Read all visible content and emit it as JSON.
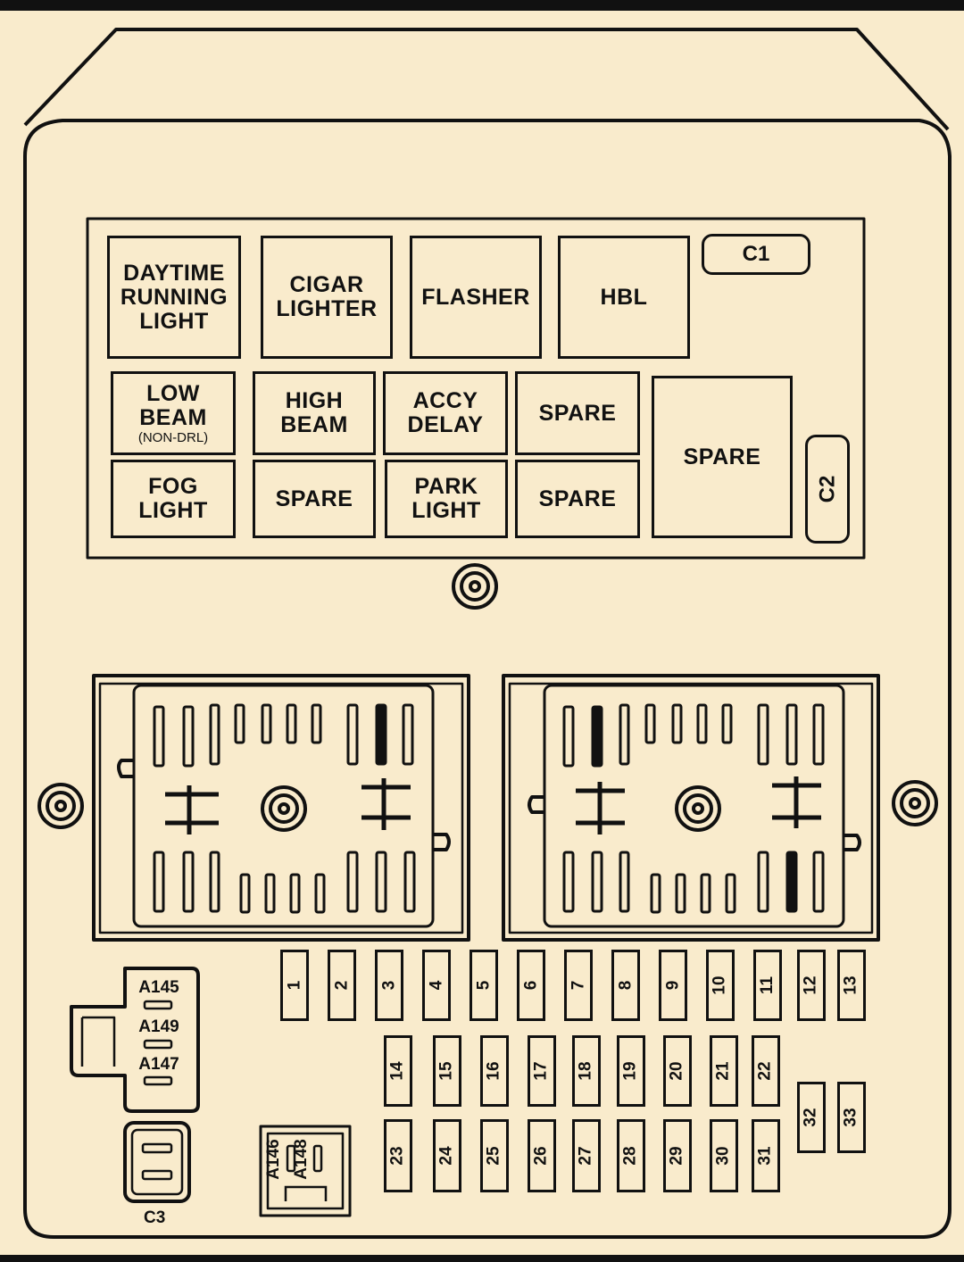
{
  "relays": {
    "daytime_running_light": "DAYTIME\nRUNNING\nLIGHT",
    "cigar_lighter": "CIGAR\nLIGHTER",
    "flasher": "FLASHER",
    "hbl": "HBL",
    "low_beam": "LOW\nBEAM",
    "low_beam_sub": "(NON-DRL)",
    "high_beam": "HIGH\nBEAM",
    "accy_delay": "ACCY\nDELAY",
    "spare_a": "SPARE",
    "spare_large": "SPARE",
    "fog_light": "FOG\nLIGHT",
    "spare_b": "SPARE",
    "park_light": "PARK\nLIGHT",
    "spare_c": "SPARE"
  },
  "connectors": {
    "c1": "C1",
    "c2": "C2",
    "c3": "C3"
  },
  "circuits": {
    "a145": "A145",
    "a149": "A149",
    "a147": "A147",
    "a146": "A146",
    "a148": "A148"
  },
  "fuses": [
    "1",
    "2",
    "3",
    "4",
    "5",
    "6",
    "7",
    "8",
    "9",
    "10",
    "11",
    "12",
    "13",
    "14",
    "15",
    "16",
    "17",
    "18",
    "19",
    "20",
    "21",
    "22",
    "23",
    "24",
    "25",
    "26",
    "27",
    "28",
    "29",
    "30",
    "31",
    "32",
    "33"
  ]
}
